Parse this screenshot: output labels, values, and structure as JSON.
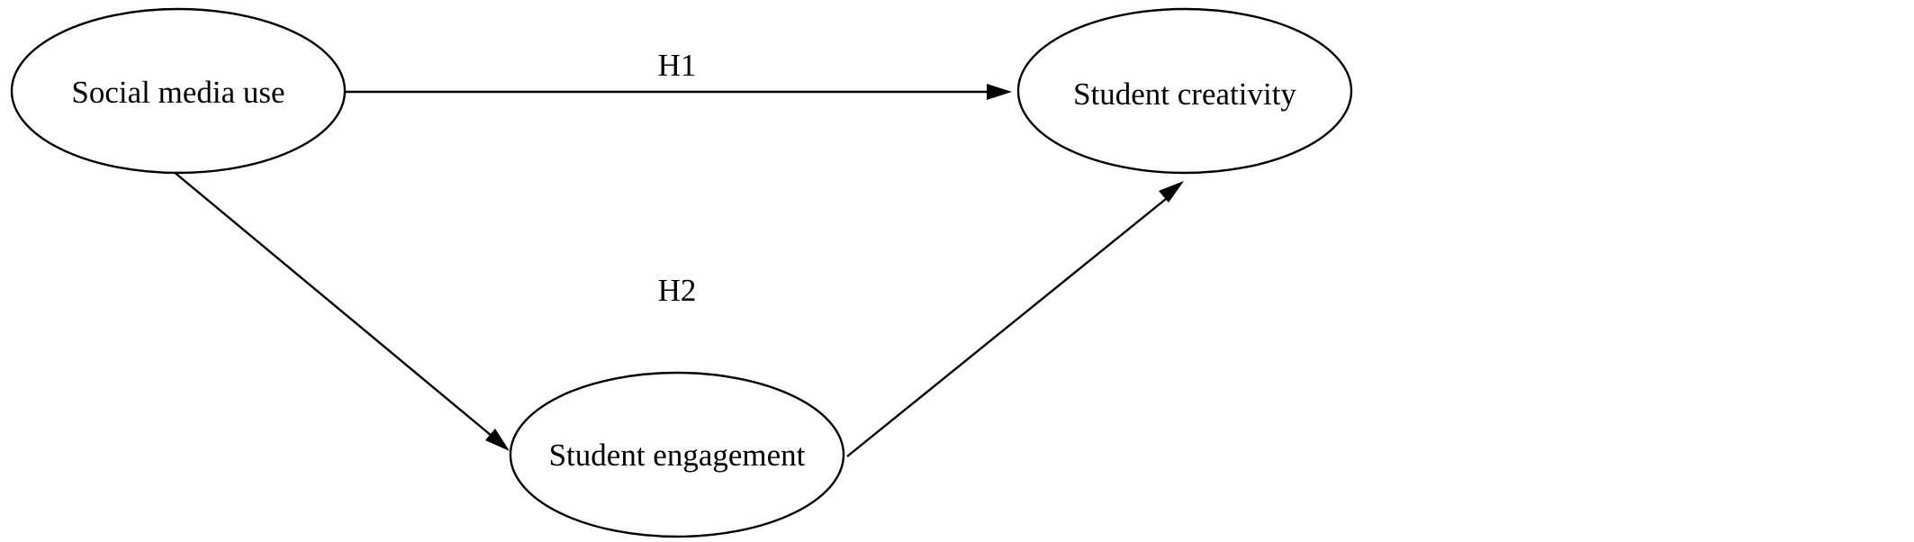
{
  "diagram": {
    "nodes": {
      "social_media_use": {
        "label": "Social media use"
      },
      "student_creativity": {
        "label": "Student creativity"
      },
      "student_engagement": {
        "label": "Student engagement"
      }
    },
    "edges": [
      {
        "from": "Social media use",
        "to": "Student creativity",
        "label": "H1"
      },
      {
        "from": "Social media use",
        "to": "Student engagement",
        "label": ""
      },
      {
        "from": "Student engagement",
        "to": "Student creativity",
        "label": ""
      }
    ],
    "mediation_label": "H2",
    "colors": {
      "stroke": "#000000",
      "fill": "#ffffff",
      "text": "#000000"
    }
  }
}
